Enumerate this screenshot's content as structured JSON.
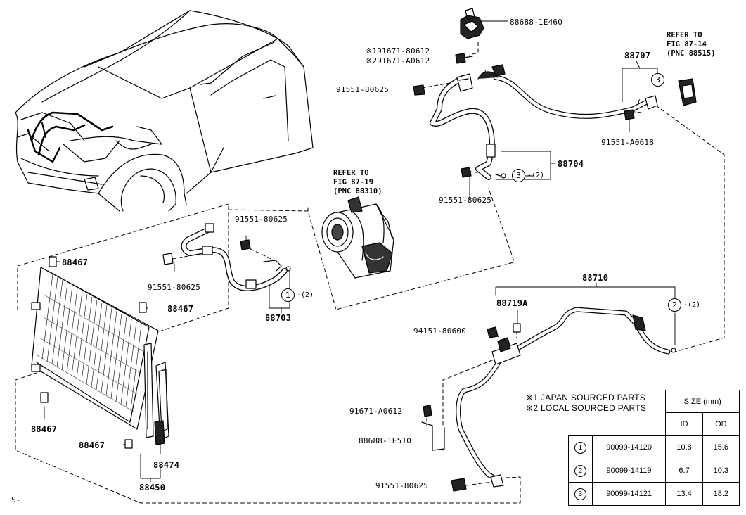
{
  "parts": {
    "p88688_1e460": "88688-1E460",
    "j1_91671_80612": "※191671-80612",
    "j2_91671_a0612": "※291671-A0612",
    "p91551_80625_a": "91551-80625",
    "p88707": "88707",
    "p91551_a0618": "91551-A0618",
    "p88704": "88704",
    "p91551_80625_b": "91551-80625",
    "p91551_80625_c": "91551-80625",
    "p91551_80625_d": "91551-80625",
    "p88703": "88703",
    "p88467_a": "88467",
    "p88467_b": "88467",
    "p88467_c": "88467",
    "p88467_d": "88467",
    "p88474": "88474",
    "p88450": "88450",
    "p88710": "88710",
    "p88719a": "88719A",
    "p94151_80600": "94151-80600",
    "p91671_a0612": "91671-A0612",
    "p88688_1e510": "88688-1E510",
    "p91551_80625_e": "91551-80625",
    "footer": "S-"
  },
  "refs": {
    "ref1": [
      "REFER TO",
      "FIG 87-14",
      "(PNC 88515)"
    ],
    "ref2": [
      "REFER TO",
      "FIG 87-19",
      "(PNC 88310)"
    ]
  },
  "callouts": {
    "c3_top": "3",
    "c3_mid": "3",
    "q3_mid": "-(2)",
    "c1": "1",
    "q1": "-(2)",
    "c2": "2",
    "q2": "-(2)"
  },
  "notes": {
    "n1": "※1 JAPAN SOURCED PARTS",
    "n2": "※2 LOCAL SOURCED PARTS"
  },
  "size_table": {
    "title": "SIZE (mm)",
    "col_id": "ID",
    "col_od": "OD",
    "rows": [
      {
        "mark": "1",
        "part": "90099-14120",
        "id": "10.8",
        "od": "15.6"
      },
      {
        "mark": "2",
        "part": "90099-14119",
        "id": "6.7",
        "od": "10.3"
      },
      {
        "mark": "3",
        "part": "90099-14121",
        "id": "13.4",
        "od": "18.2"
      }
    ]
  }
}
